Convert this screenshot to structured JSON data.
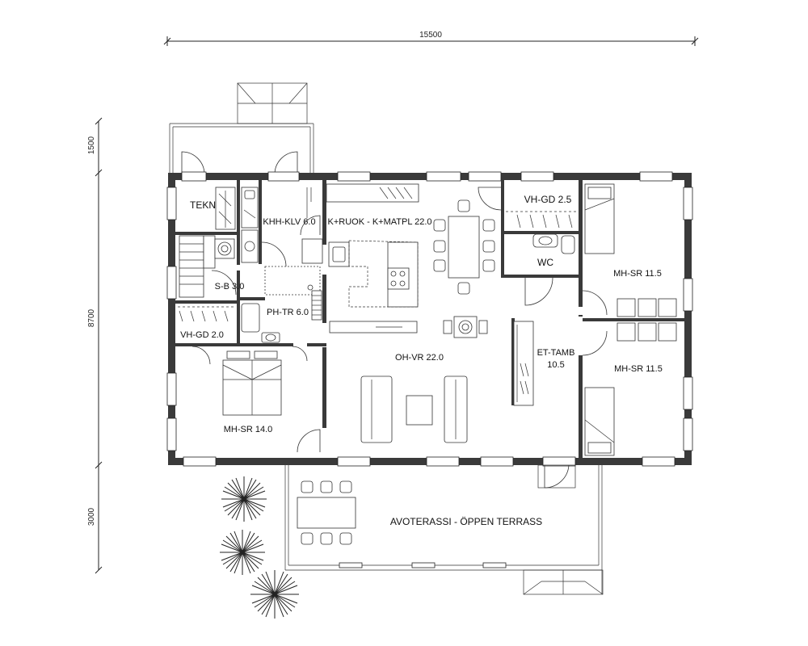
{
  "dimensions": {
    "width_total": "15500",
    "height_porch": "1500",
    "height_house": "8700",
    "height_terrace": "3000"
  },
  "rooms": {
    "tekn": "TEKN",
    "khh_klv": "KHH-KLV 6.0",
    "kitchen": "K+RUOK - K+MATPL 22.0",
    "vh_gd_top": "VH-GD 2.5",
    "wc": "WC",
    "mh_sr_top": "MH-SR 11.5",
    "sauna": "S-B 3.0",
    "ph_tr": "PH-TR 6.0",
    "vh_gd_left": "VH-GD 2.0",
    "oh_vr": "OH-VR 22.0",
    "et_tamb_1": "ET-TAMB",
    "et_tamb_2": "10.5",
    "mh_sr_mid": "MH-SR 11.5",
    "mh_sr_master": "MH-SR 14.0",
    "terrace": "AVOTERASSI - ÖPPEN TERRASS"
  }
}
